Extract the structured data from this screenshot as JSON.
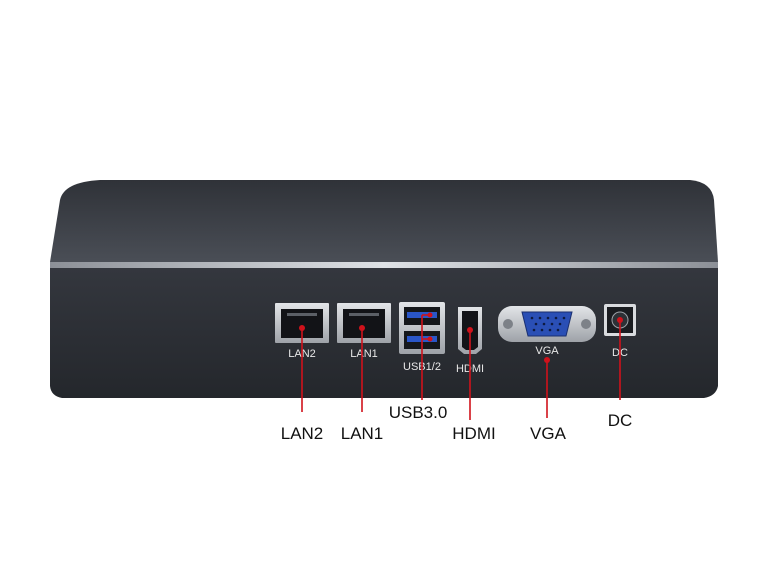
{
  "product": {
    "description_hidden": false
  },
  "colors": {
    "case_top": "#3a3d44",
    "case_front": "#2b2e34",
    "bezel": "#b9bcc2",
    "leader_line": "#d0121b",
    "port_metal": "#c9ccd1",
    "vga_blue": "#2a4fb5"
  },
  "panel_labels": {
    "lan2": "LAN2",
    "lan1": "LAN1",
    "usb": "USB1/2",
    "hdmi": "HDMI",
    "vga": "VGA",
    "dc": "DC"
  },
  "callouts": {
    "lan2": "LAN2",
    "lan1": "LAN1",
    "usb": "USB3.0",
    "hdmi": "HDMI",
    "vga": "VGA",
    "dc": "DC"
  },
  "icons": {
    "lan2": "ethernet-port-icon",
    "lan1": "ethernet-port-icon",
    "usb": "usb-port-icon",
    "hdmi": "hdmi-port-icon",
    "vga": "vga-port-icon",
    "dc": "dc-power-jack-icon"
  }
}
